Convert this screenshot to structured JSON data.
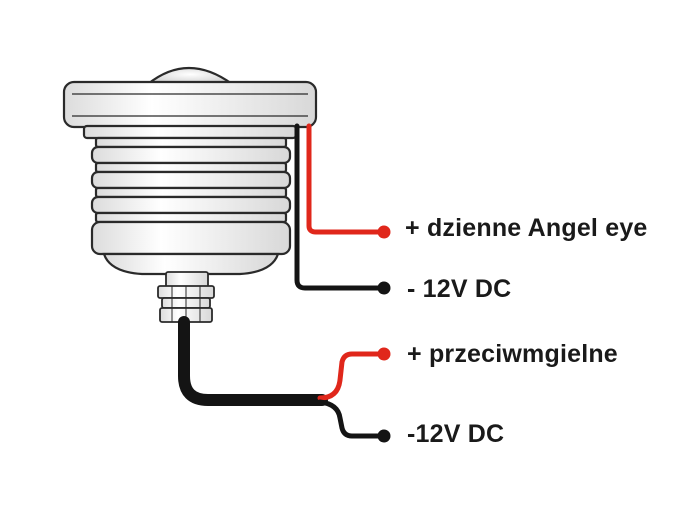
{
  "labels": {
    "daytime": "+ dzienne Angel eye",
    "ground_top": "- 12V DC",
    "fog": "+ przeciwmgielne",
    "ground_bottom": "-12V DC"
  },
  "colors": {
    "positive_wire": "#e0271b",
    "negative_wire": "#141414",
    "outline": "#2a2a2a",
    "housing_fill": "#f2f2f2",
    "text": "#1a1a1a"
  }
}
